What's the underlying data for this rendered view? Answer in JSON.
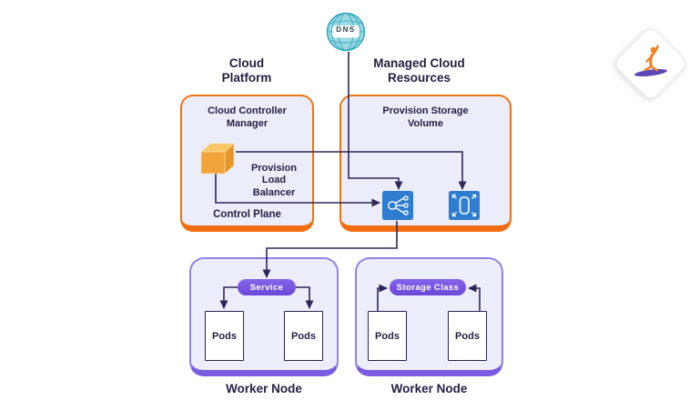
{
  "dns": {
    "label": "DNS"
  },
  "cloud_platform": {
    "title": "Cloud Platform",
    "inner_title": "Cloud Controller Manager",
    "provision_label": "Provision Load Balancer",
    "footer_label": "Control Plane"
  },
  "managed_cloud": {
    "title": "Managed Cloud Resources",
    "inner_title": "Provision Storage Volume",
    "icons": [
      {
        "name": "load-balancer-icon"
      },
      {
        "name": "storage-volume-icon"
      }
    ]
  },
  "worker_left": {
    "pill_label": "Service",
    "pods": [
      "Pods",
      "Pods"
    ],
    "label": "Worker Node"
  },
  "worker_right": {
    "pill_label": "Storage Class",
    "pods": [
      "Pods",
      "Pods"
    ],
    "label": "Worker Node"
  },
  "colors": {
    "orange_border": "#f0730f",
    "box_fill": "#ebedfa",
    "purple_border": "#9183e3",
    "purple_accent": "#7a5ce0",
    "pill_purple": "#7450dc",
    "icon_blue": "#2e7dd1",
    "connector_line": "#2e2657",
    "cube_orange": "#f1a33a",
    "dns_teal": "#9bd9e4",
    "text": "#241f42"
  }
}
